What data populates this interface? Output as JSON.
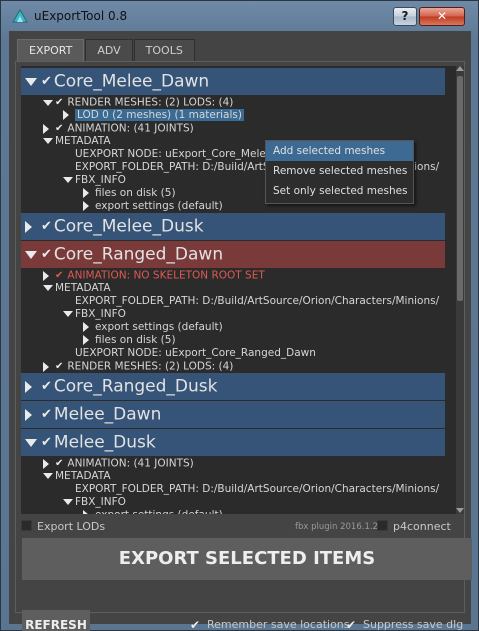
{
  "window": {
    "title": "uExportTool 0.8",
    "help_label": "?",
    "close_label": "✕"
  },
  "tabs": [
    {
      "label": "EXPORT",
      "active": true
    },
    {
      "label": "ADV",
      "active": false
    },
    {
      "label": "TOOLS",
      "active": false
    }
  ],
  "tree": {
    "items": [
      {
        "level": 0,
        "kind": "group",
        "text": "Core_Melee_Dawn",
        "expanded": true,
        "checked": true,
        "style": "blue"
      },
      {
        "level": 1,
        "text": "RENDER MESHES: (2)  LODS: (4)",
        "expanded": true,
        "checked": true
      },
      {
        "level": 2,
        "text": "LOD 0  (2 meshes) (1 materials)",
        "expanded": false,
        "selected": true
      },
      {
        "level": 1,
        "text": "ANIMATION:  (41 JOINTS)",
        "expanded": false,
        "checked": true
      },
      {
        "level": 1,
        "text": "METADATA",
        "expanded": true
      },
      {
        "level": 2,
        "text": "UEXPORT NODE:   uExport_Core_Melee_Dawn",
        "leaf": true
      },
      {
        "level": 2,
        "text": "EXPORT_FOLDER_PATH:   D:/Build/ArtSource/Orion/Characters/Minions/",
        "leaf": true
      },
      {
        "level": 2,
        "text": "FBX_INFO",
        "expanded": true
      },
      {
        "level": 3,
        "text": "files on disk  (5)",
        "expanded": false
      },
      {
        "level": 3,
        "text": "export settings  (default)",
        "expanded": false
      },
      {
        "level": 0,
        "kind": "group",
        "text": "Core_Melee_Dusk",
        "expanded": false,
        "checked": true,
        "style": "blue"
      },
      {
        "level": 0,
        "kind": "group",
        "text": "Core_Ranged_Dawn",
        "expanded": true,
        "checked": true,
        "style": "red"
      },
      {
        "level": 1,
        "text": "ANIMATION: NO SKELETON ROOT SET",
        "expanded": false,
        "checked": true,
        "warn": true
      },
      {
        "level": 1,
        "text": "METADATA",
        "expanded": true
      },
      {
        "level": 2,
        "text": "EXPORT_FOLDER_PATH:   D:/Build/ArtSource/Orion/Characters/Minions/",
        "leaf": true
      },
      {
        "level": 2,
        "text": "FBX_INFO",
        "expanded": true
      },
      {
        "level": 3,
        "text": "export settings  (default)",
        "expanded": false
      },
      {
        "level": 3,
        "text": "files on disk  (5)",
        "expanded": false
      },
      {
        "level": 2,
        "text": "UEXPORT NODE:   uExport_Core_Ranged_Dawn",
        "leaf": true
      },
      {
        "level": 1,
        "text": "RENDER MESHES: (2)  LODS: (4)",
        "expanded": false,
        "checked": true
      },
      {
        "level": 0,
        "kind": "group",
        "text": "Core_Ranged_Dusk",
        "expanded": false,
        "checked": true,
        "style": "blue"
      },
      {
        "level": 0,
        "kind": "group",
        "text": "Melee_Dawn",
        "expanded": false,
        "checked": true,
        "style": "blue"
      },
      {
        "level": 0,
        "kind": "group",
        "text": "Melee_Dusk",
        "expanded": true,
        "checked": true,
        "style": "blue"
      },
      {
        "level": 1,
        "text": "ANIMATION:  (41 JOINTS)",
        "expanded": false,
        "checked": true
      },
      {
        "level": 1,
        "text": "METADATA",
        "expanded": true
      },
      {
        "level": 2,
        "text": "EXPORT_FOLDER_PATH:   D:/Build/ArtSource/Orion/Characters/Minions/",
        "leaf": true
      },
      {
        "level": 2,
        "text": "FBX_INFO",
        "expanded": true
      },
      {
        "level": 3,
        "text": "export settings  (default)",
        "expanded": false
      }
    ]
  },
  "context_menu": {
    "items": [
      {
        "label": "Add selected meshes",
        "active": true
      },
      {
        "label": "Remove selected meshes",
        "active": false
      },
      {
        "label": "Set only selected meshes",
        "active": false
      }
    ]
  },
  "options": {
    "export_lods": {
      "label": "Export LODs",
      "checked": false
    },
    "plugin_label": "fbx plugin 2016.1.2",
    "p4connect": {
      "label": "p4connect",
      "checked": false
    },
    "remember_save": {
      "label": "Remember save locations",
      "checked": true
    },
    "suppress_dlg": {
      "label": "Suppress save dlg",
      "checked": true
    }
  },
  "buttons": {
    "export_label": "EXPORT SELECTED ITEMS",
    "refresh_label": "REFRESH"
  },
  "colors": {
    "group_highlight": "#365477",
    "error_highlight": "#7b3a3a",
    "selection": "#3a6b94",
    "warning_text": "#e05a4f"
  }
}
